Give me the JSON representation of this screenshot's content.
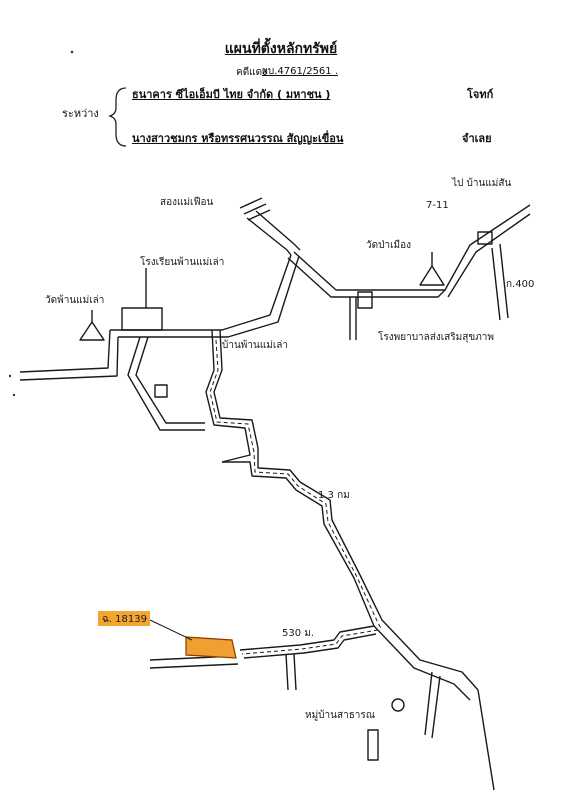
{
  "header": {
    "title": "แผนที่ตั้งหลักทรัพย์",
    "case_label": "คดีแดง",
    "case_value": "ผบ.4761/2561 .",
    "between_label": "ระหว่าง",
    "plaintiff_name": "ธนาคาร ซีไอเอ็มบี ไทย จำกัด ( มหาชน )",
    "plaintiff_role": "โจทก์",
    "defendant_name": "นางสาวชมกร หรือทรรศนวรรณ สัญญะเขื่อน",
    "defendant_role": "จำเลย"
  },
  "map_labels": {
    "top_road": "สองแม่เฟือน",
    "school": "โรงเรียนพ้านแม่เล่า",
    "temple_left": "วัดพ้านแม่เล่า",
    "temple_right": "วัดป่าเมือง",
    "seven_eleven": "7-11",
    "to_mae_san": "ไป บ้านแม่สัน",
    "km_400": "ก.400",
    "hospital": "โรงพยาบาลส่งเสริมสุขภาพ",
    "village": "บ้านพ้านแม่เล่า",
    "distance_3km": "1.3 กม",
    "distance_530": "530 ม.",
    "property_tag": "ฉ. 18139",
    "bottom_place": "หมู่บ้านสาธารณ"
  }
}
